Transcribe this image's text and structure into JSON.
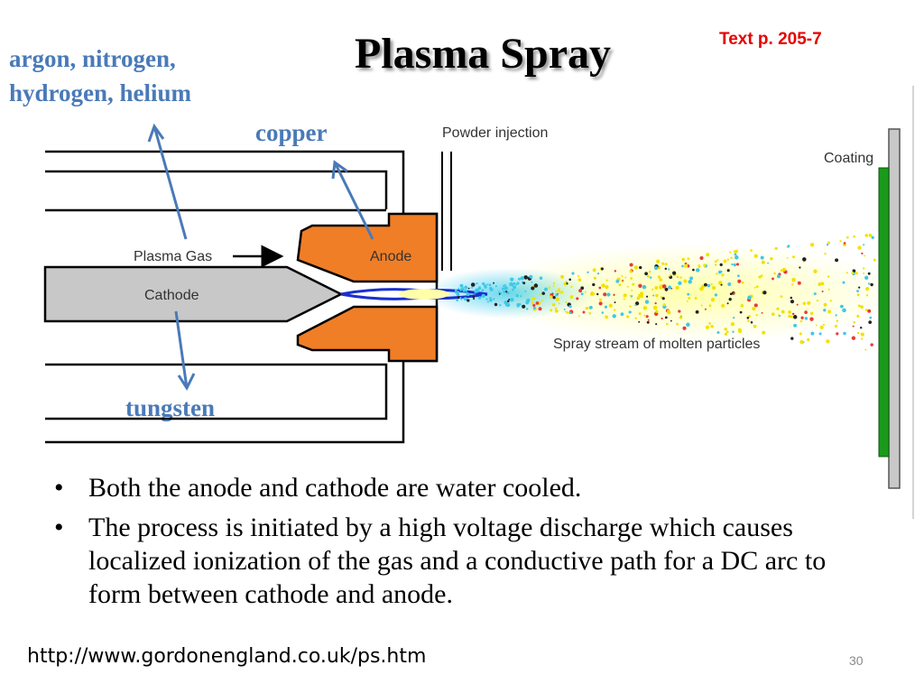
{
  "slide": {
    "title": "Plasma Spray",
    "reference": "Text p. 205-7",
    "slide_number": "30",
    "source_url": "http://www.gordonengland.co.uk/ps.htm"
  },
  "annotations": {
    "gas_line1": "argon, nitrogen,",
    "gas_line2": "hydrogen, helium",
    "copper": "copper",
    "tungsten": "tungsten"
  },
  "diagram": {
    "powder_injection": "Powder injection",
    "coating": "Coating",
    "plasma_gas": "Plasma Gas",
    "cathode": "Cathode",
    "anode": "Anode",
    "spray_stream": "Spray stream of molten particles"
  },
  "bullets": [
    "Both the anode and cathode are water cooled.",
    "The process is initiated by a high voltage discharge which causes localized ionization of the gas and a conductive path for a DC arc to form between cathode and anode."
  ],
  "colors": {
    "title_shadow": "#9a9a9a",
    "reference": "#e60000",
    "annotation_blue": "#4a7ab8",
    "anode_orange": "#f07e26",
    "cathode_gray": "#c8c8c8",
    "coating_green": "#1a9a1a"
  }
}
